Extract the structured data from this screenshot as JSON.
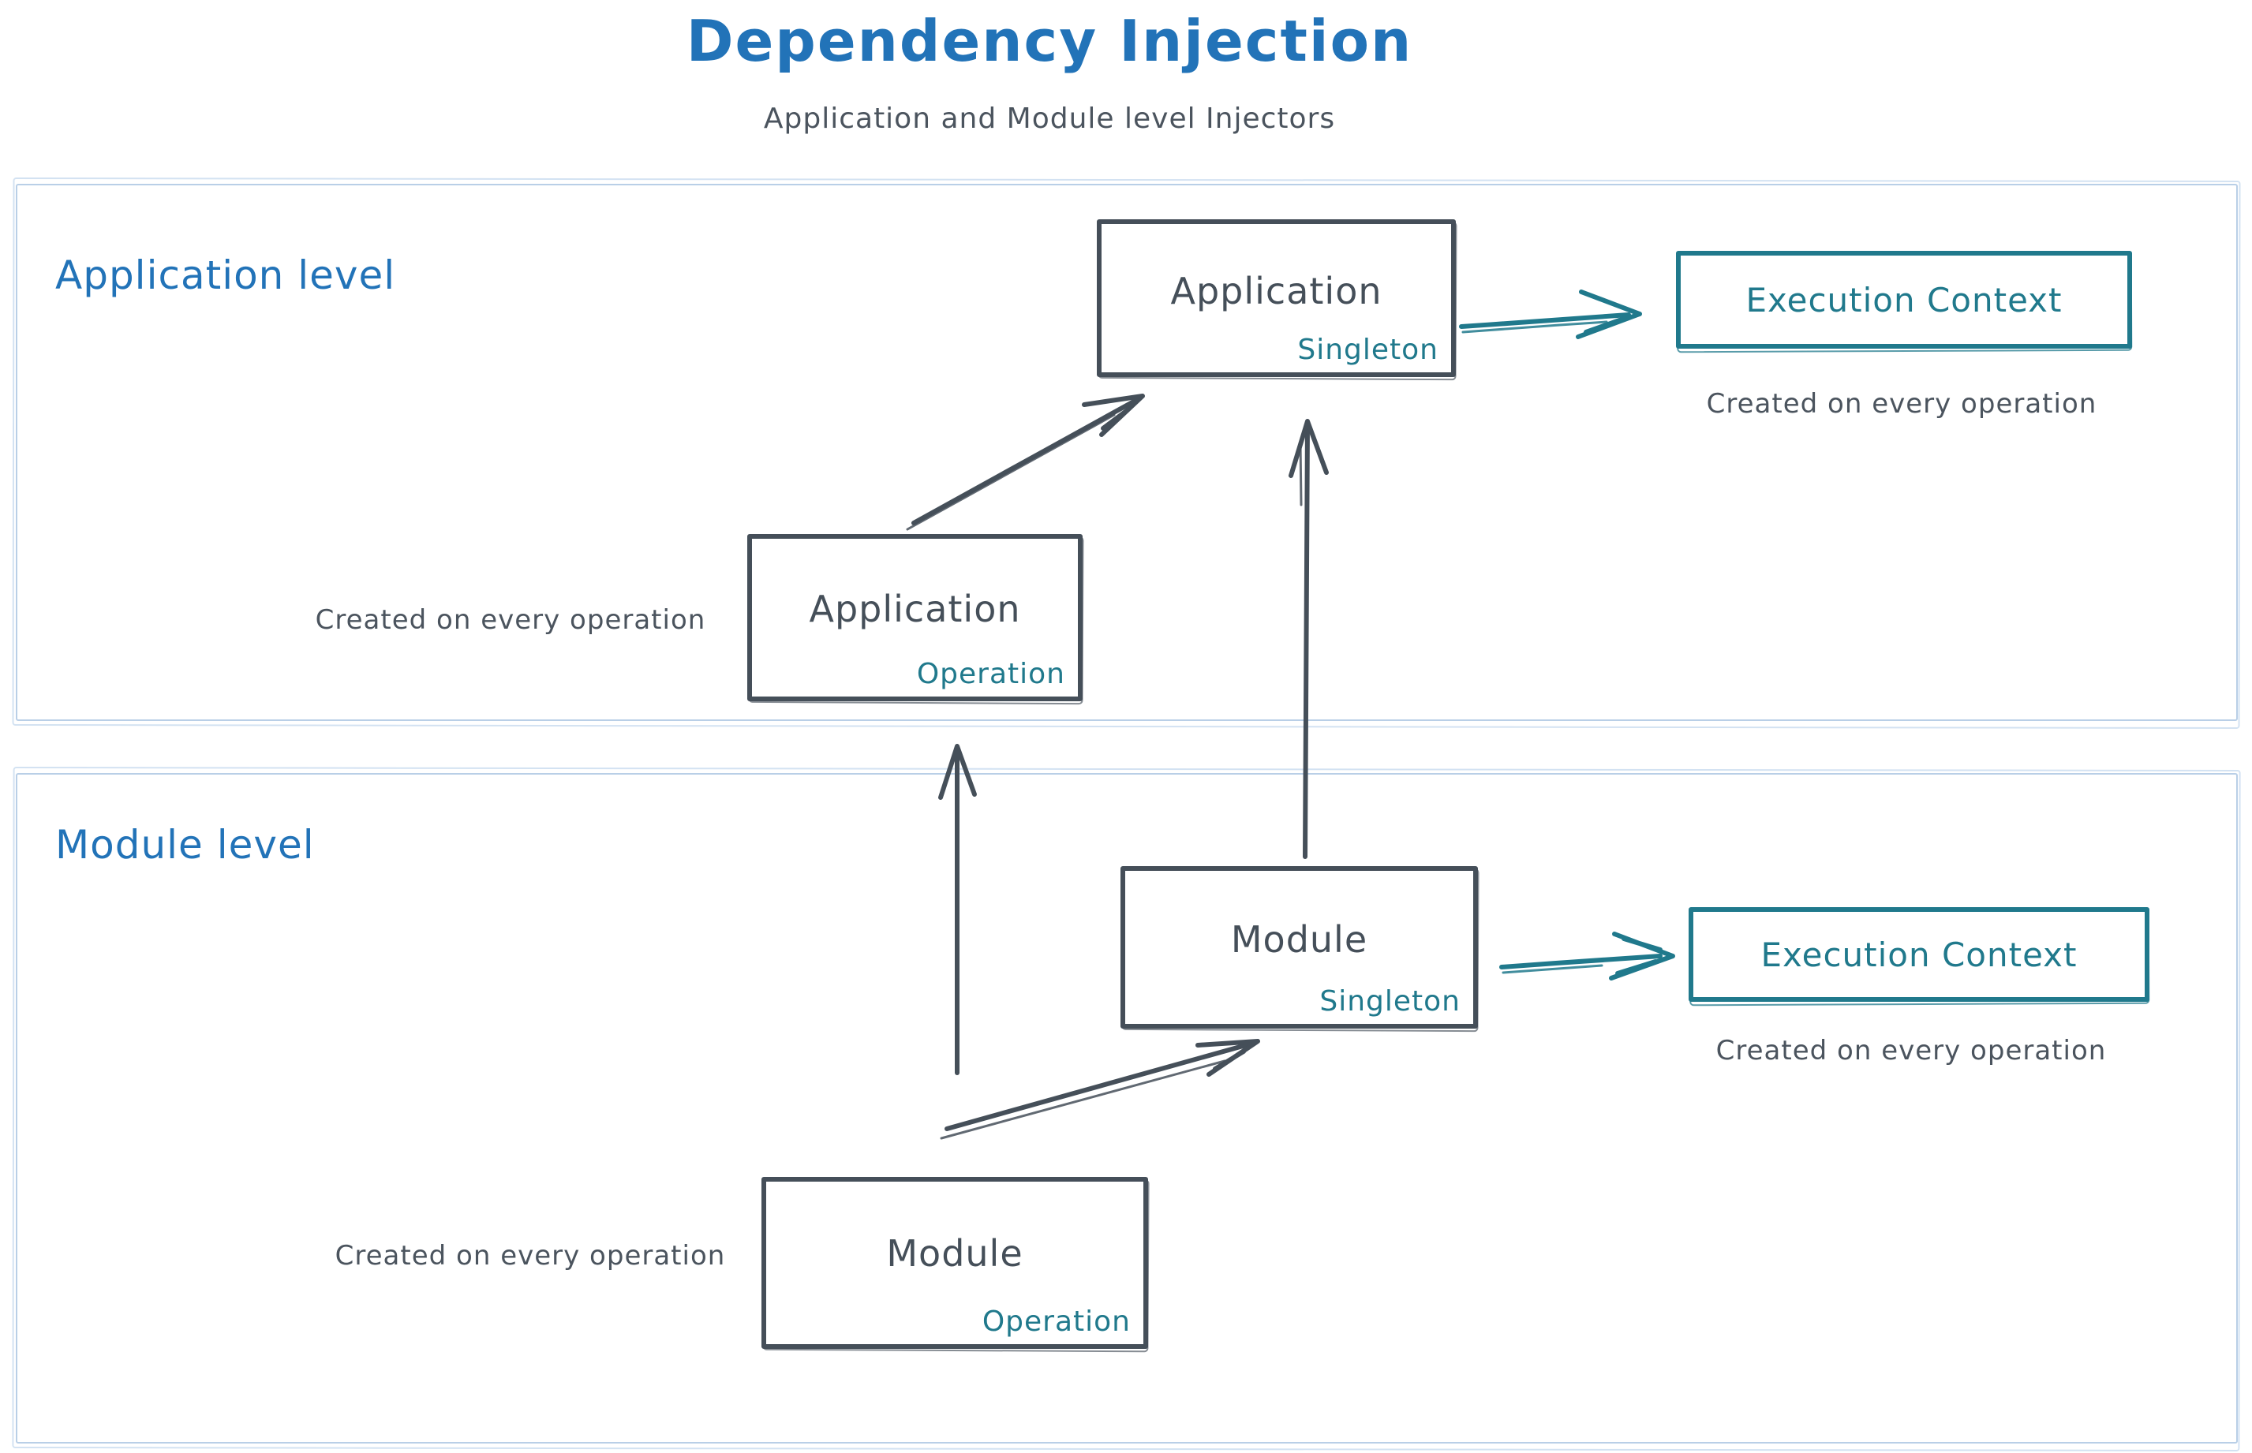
{
  "title": "Dependency Injection",
  "subtitle": "Application and Module level Injectors",
  "colors": {
    "title_blue": "#2273b8",
    "teal": "#20798c",
    "dark_slate": "#454f59",
    "caption_gray": "#4b545e",
    "container_border": "#b9cfe7"
  },
  "application_level": {
    "label": "Application level",
    "singleton_box": {
      "title": "Application",
      "tag": "Singleton"
    },
    "operation_box": {
      "title": "Application",
      "tag": "Operation"
    },
    "operation_caption": "Created on every operation",
    "execution_context": {
      "label": "Execution Context",
      "caption": "Created on every operation"
    }
  },
  "module_level": {
    "label": "Module level",
    "singleton_box": {
      "title": "Module",
      "tag": "Singleton"
    },
    "operation_box": {
      "title": "Module",
      "tag": "Operation"
    },
    "operation_caption": "Created on every operation",
    "execution_context": {
      "label": "Execution Context",
      "caption": "Created on every operation"
    }
  },
  "arrows": [
    {
      "name": "app-singleton-to-execution-context",
      "color": "teal"
    },
    {
      "name": "app-operation-to-app-singleton",
      "color": "dark"
    },
    {
      "name": "module-singleton-to-app-singleton",
      "color": "dark"
    },
    {
      "name": "module-operation-to-app-operation",
      "color": "dark"
    },
    {
      "name": "module-operation-to-module-singleton",
      "color": "dark"
    },
    {
      "name": "module-singleton-to-execution-context",
      "color": "teal"
    }
  ]
}
